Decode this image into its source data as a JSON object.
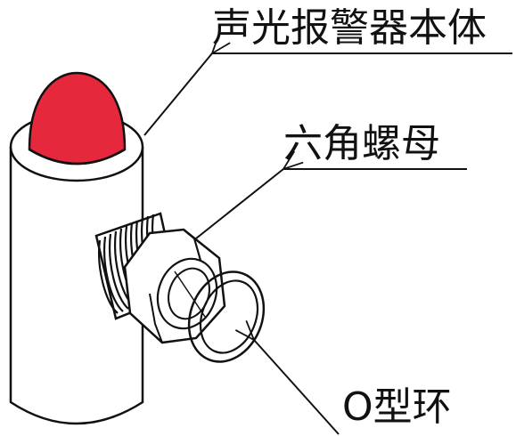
{
  "labels": {
    "alarm_body": "声光报警器本体",
    "hex_nut": "六角螺母",
    "o_ring": "O型环"
  },
  "colors": {
    "dome": "#e5283b",
    "outline": "#111111",
    "background": "#ffffff"
  }
}
